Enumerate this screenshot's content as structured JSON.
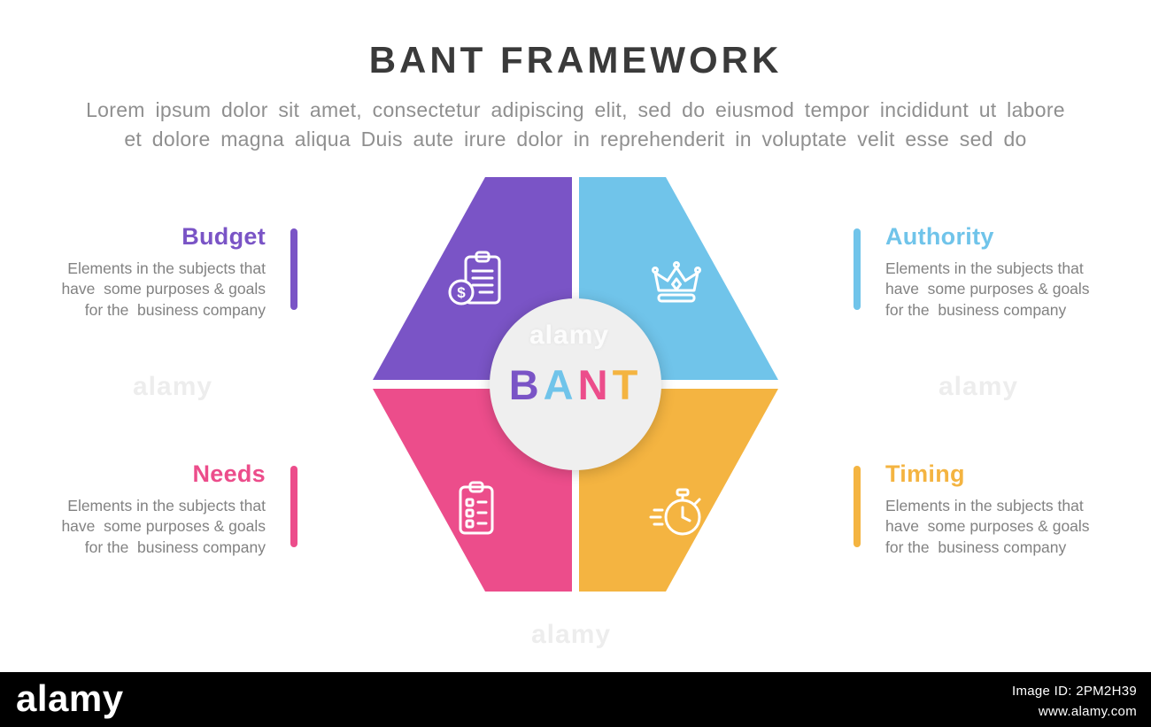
{
  "header": {
    "title": "BANT FRAMEWORK",
    "subtitle": "Lorem ipsum dolor sit amet, consectetur adipiscing elit, sed do eiusmod tempor incididunt ut labore\net dolore magna aliqua Duis aute irure dolor in reprehenderit in voluptate velit esse sed do"
  },
  "items": [
    {
      "key": "budget",
      "label": "Budget",
      "color": "#7A54C6",
      "description": "Elements in the subjects that\nhave  some purposes & goals\nfor the  business company",
      "icon": "budget-clipboard-money-icon",
      "position": "top-left"
    },
    {
      "key": "authority",
      "label": "Authority",
      "color": "#70C4EA",
      "description": "Elements in the subjects that\nhave  some purposes & goals\nfor the  business company",
      "icon": "crown-icon",
      "position": "top-right"
    },
    {
      "key": "needs",
      "label": "Needs",
      "color": "#EC4D8B",
      "description": "Elements in the subjects that\nhave  some purposes & goals\nfor the  business company",
      "icon": "checklist-clipboard-icon",
      "position": "bottom-left"
    },
    {
      "key": "timing",
      "label": "Timing",
      "color": "#F4B441",
      "description": "Elements in the subjects that\nhave  some purposes & goals\nfor the  business company",
      "icon": "stopwatch-icon",
      "position": "bottom-right"
    }
  ],
  "center": {
    "circle_color": "#EFEFEF",
    "letters": [
      {
        "char": "B",
        "color": "#7A54C6"
      },
      {
        "char": "A",
        "color": "#70C4EA"
      },
      {
        "char": "N",
        "color": "#EC4D8B"
      },
      {
        "char": "T",
        "color": "#F4B441"
      }
    ],
    "dollar_sign": "$"
  },
  "watermark": {
    "brand": "alamy",
    "image_id_label": "Image ID: 2PM2H39",
    "url": "www.alamy.com"
  }
}
